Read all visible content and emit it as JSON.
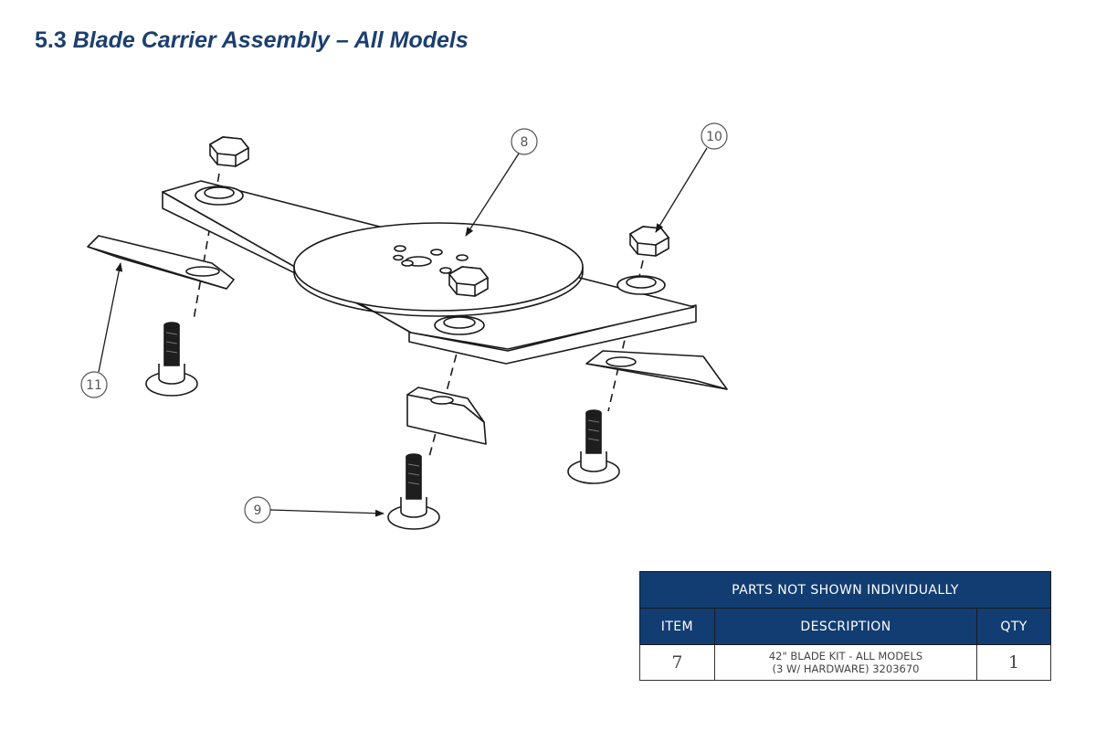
{
  "heading": {
    "number": "5.3",
    "title": "Blade Carrier Assembly – All Models"
  },
  "callouts": {
    "c8": "8",
    "c9": "9",
    "c10": "10",
    "c11": "11"
  },
  "parts_table": {
    "caption": "PARTS NOT SHOWN INDIVIDUALLY",
    "headers": {
      "item": "ITEM",
      "description": "DESCRIPTION",
      "qty": "QTY"
    },
    "rows": [
      {
        "item": "7",
        "description_line1": "42\" BLADE KIT - ALL MODELS",
        "description_line2": "(3 W/ HARDWARE) 3203670",
        "qty": "1"
      }
    ]
  },
  "colors": {
    "title": "#1c3f6e",
    "table_header": "#123d72",
    "line_art": "#1a1a1a"
  }
}
